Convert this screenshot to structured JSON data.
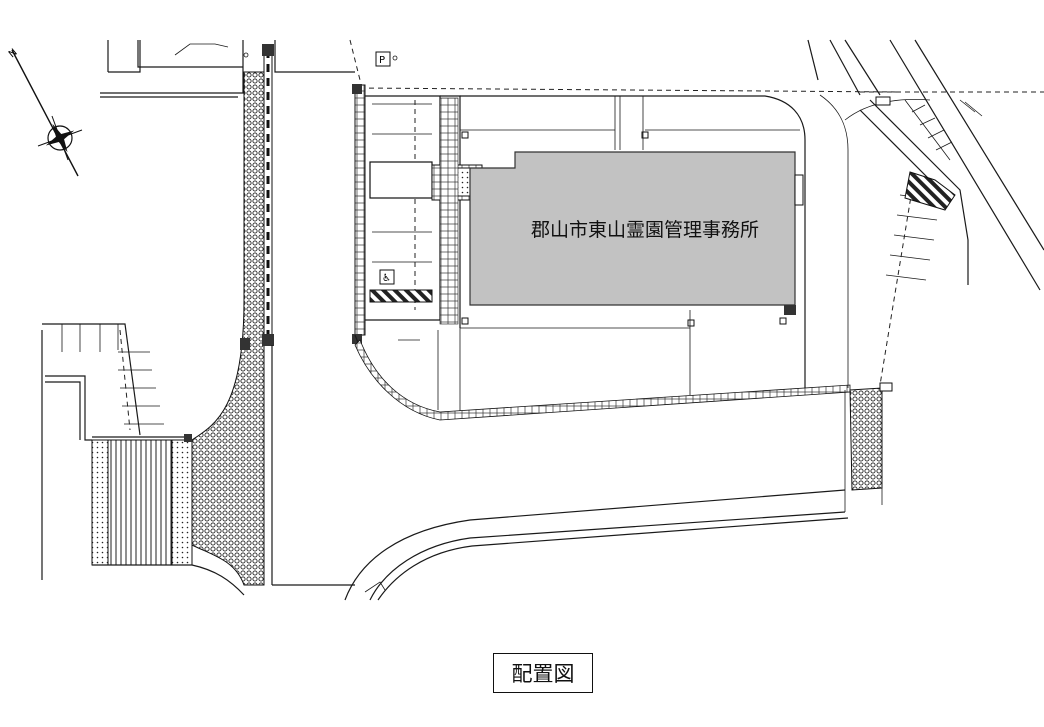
{
  "diagram": {
    "title": "配置図",
    "building_label": "郡山市東山霊園管理事務所",
    "north_label": "N",
    "parking_sign": "P"
  }
}
